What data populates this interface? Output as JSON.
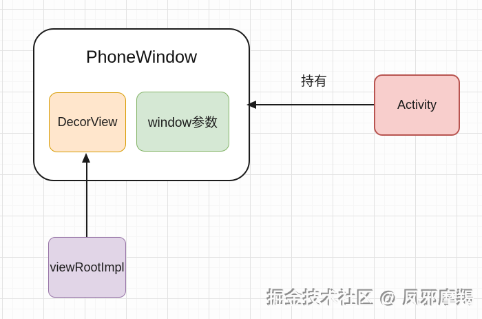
{
  "diagram": {
    "nodes": {
      "phone_window": {
        "label": "PhoneWindow",
        "fill": "#ffffff",
        "border_color": "#1c1c1c"
      },
      "decor_view": {
        "label": "DecorView",
        "fill": "#ffe6cc",
        "border_color": "#d79b00"
      },
      "window_params": {
        "label": "window参数",
        "fill": "#d5e8d4",
        "border_color": "#82b366"
      },
      "activity": {
        "label": "Activity",
        "fill": "#f8cecc",
        "border_color": "#b85450"
      },
      "view_root_impl": {
        "label": "viewRootImpl",
        "fill": "#e1d5e7",
        "border_color": "#9673a6"
      }
    },
    "edges": {
      "activity_holds_phone_window": {
        "label": "持有",
        "from": "Activity",
        "to": "PhoneWindow"
      },
      "view_root_impl_to_decor_view": {
        "label": "",
        "from": "viewRootImpl",
        "to": "DecorView"
      }
    }
  },
  "watermark": {
    "text": "掘金技术社区 @ 凤邪摩羯"
  }
}
